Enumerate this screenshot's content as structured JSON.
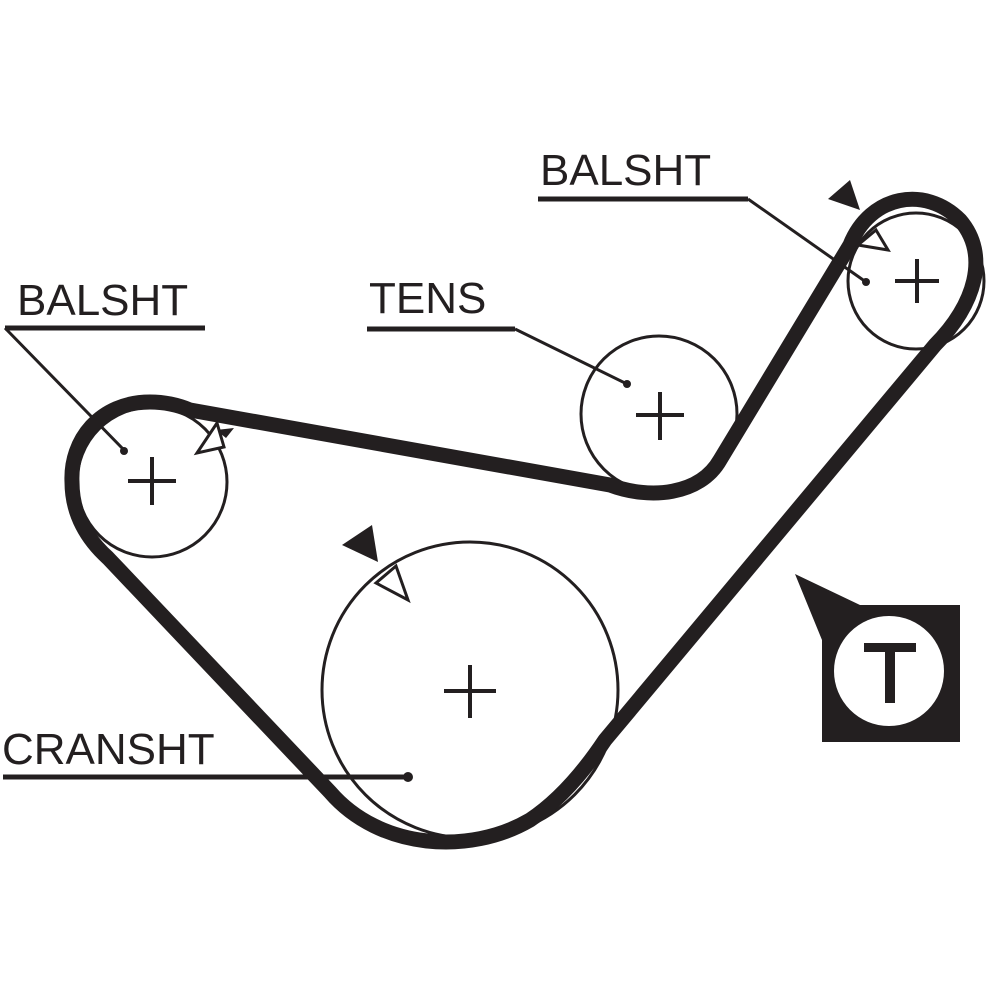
{
  "diagram": {
    "type": "timing-belt-routing",
    "colors": {
      "ink": "#231f20",
      "background": "#ffffff"
    },
    "labels": {
      "balshtLeft": "BALSHT",
      "tens": "TENS",
      "balshtRight": "BALSHT",
      "cranksht": "CRANSHT"
    },
    "badge": {
      "letter": "T",
      "meaning": "tensioner-symbol"
    },
    "pulleys": [
      {
        "id": "balsht-left",
        "label": "BALSHT",
        "timing_mark": true
      },
      {
        "id": "tens",
        "label": "TENS",
        "timing_mark": false
      },
      {
        "id": "balsht-right",
        "label": "BALSHT",
        "timing_mark": true
      },
      {
        "id": "cranksht",
        "label": "CRANSHT",
        "timing_mark": true
      }
    ]
  }
}
